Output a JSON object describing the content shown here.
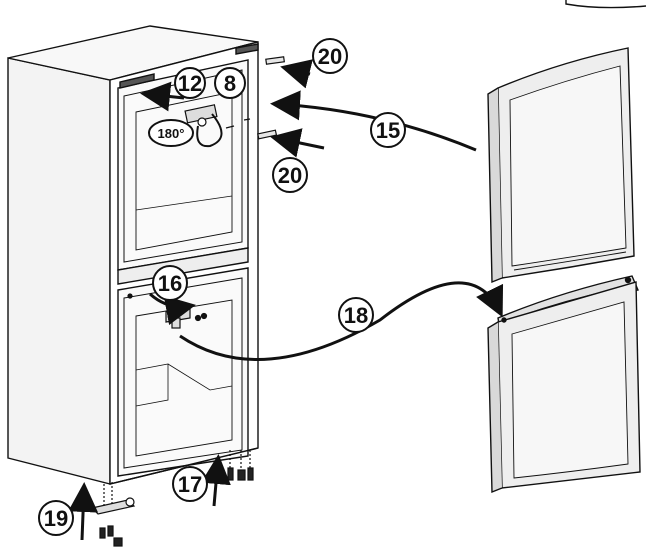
{
  "steps": {
    "s8": "8",
    "s12": "12",
    "s15": "15",
    "s16": "16",
    "s17": "17",
    "s18": "18",
    "s19": "19",
    "s20a": "20",
    "s20b": "20"
  },
  "rotation_label": "180°",
  "colors": {
    "stroke": "#111111",
    "panel_fill": "#f3f3f3",
    "door_fill": "#eeeeee",
    "shadow": "#c8c8c8",
    "background": "#ffffff"
  }
}
